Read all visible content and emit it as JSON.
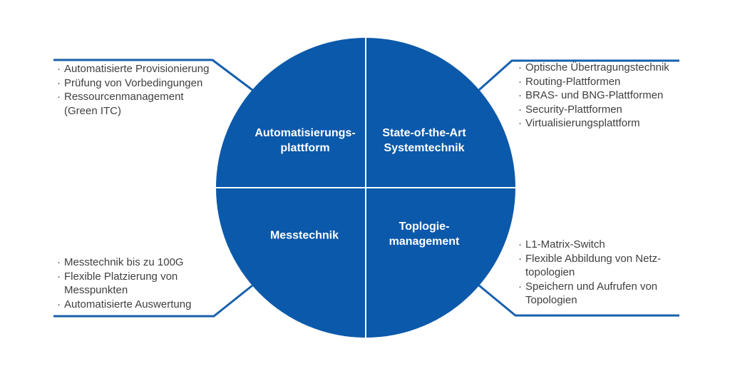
{
  "colors": {
    "circle_blue": "#0B59AA",
    "connector_blue": "#1760AE",
    "divider_white": "#FFFFFF",
    "text_dark": "#3F3F3F",
    "label_white": "#FFFFFF",
    "background": "#FFFFFF"
  },
  "bullet": "·",
  "circle": {
    "quadrants": {
      "top_left": {
        "label": "Automatisierungs-\nplattform"
      },
      "top_right": {
        "label": "State-of-the-Art\nSystemtechnik"
      },
      "bottom_left": {
        "label": "Messtechnik"
      },
      "bottom_right": {
        "label": "Toplogie-\nmanagement"
      }
    }
  },
  "lists": {
    "top_left": {
      "items": [
        "Automatisierte Provisionierung",
        "Prüfung von Vorbedingungen",
        "Ressourcenmanagement\n(Green ITC)"
      ]
    },
    "top_right": {
      "items": [
        "Optische Übertragungstechnik",
        "Routing-Plattformen",
        "BRAS- und BNG-Plattformen",
        "Security-Plattformen",
        "Virtualisierungsplattform"
      ]
    },
    "bottom_left": {
      "items": [
        "Messtechnik bis zu 100G",
        "Flexible Platzierung von\nMesspunkten",
        "Automatisierte Auswertung"
      ]
    },
    "bottom_right": {
      "items": [
        "L1-Matrix-Switch",
        "Flexible Abbildung von Netz-\ntopologien",
        "Speichern und Aufrufen von\nTopologien"
      ]
    }
  }
}
